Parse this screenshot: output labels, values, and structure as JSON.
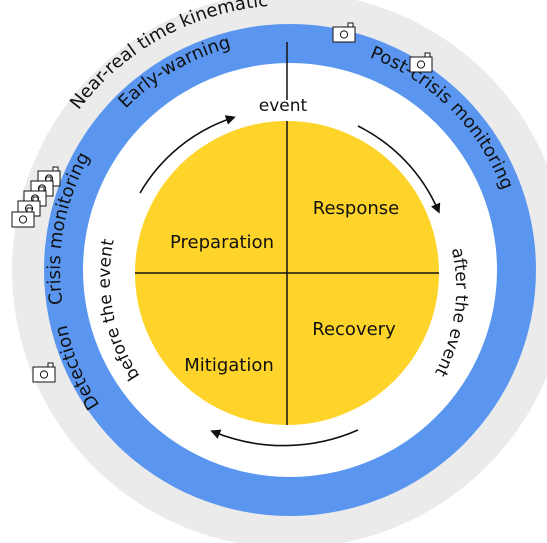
{
  "colors": {
    "outer_ring": "#ebebeb",
    "blue_ring": "#5a96f0",
    "disk": "#ffd42a",
    "line": "#111111",
    "white": "#ffffff"
  },
  "phases": {
    "preparation": "Preparation",
    "response": "Response",
    "mitigation": "Mitigation",
    "recovery": "Recovery"
  },
  "timeline": {
    "event": "event",
    "before": "before the event",
    "after": "after the event"
  },
  "blue_ring_labels": {
    "early_warning": "Early-warning",
    "post_crisis": "Post-crisis monitoring",
    "crisis_monitoring": "Crisis monitoring",
    "detection": "Detection"
  },
  "outer_ring_label": "Near-real time kinematic",
  "icons": {
    "camera": "camera-icon"
  }
}
